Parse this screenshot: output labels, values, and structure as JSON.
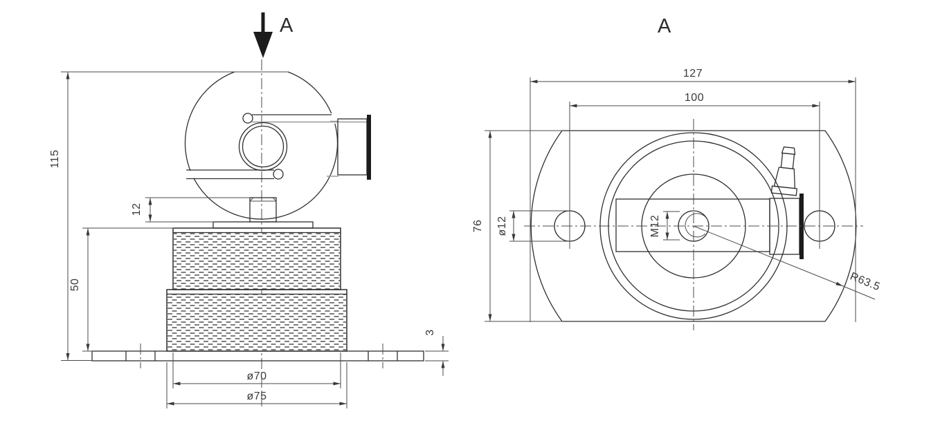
{
  "drawing": {
    "front_view": {
      "section_arrow_label": "A",
      "dims": {
        "total_height": "115",
        "base_height": "50",
        "stud_height": "12",
        "upper_cylinder_dia": "ø70",
        "lower_cylinder_dia": "ø75",
        "plate_thickness": "3"
      }
    },
    "top_view": {
      "view_label": "A",
      "dims": {
        "overall_width": "127",
        "hole_spacing": "100",
        "overall_depth": "76",
        "mount_hole_dia": "ø12",
        "center_thread": "M12",
        "end_radius": "R63.5"
      }
    },
    "style": {
      "line_color": "#2e2e2e",
      "background": "#ffffff"
    }
  }
}
